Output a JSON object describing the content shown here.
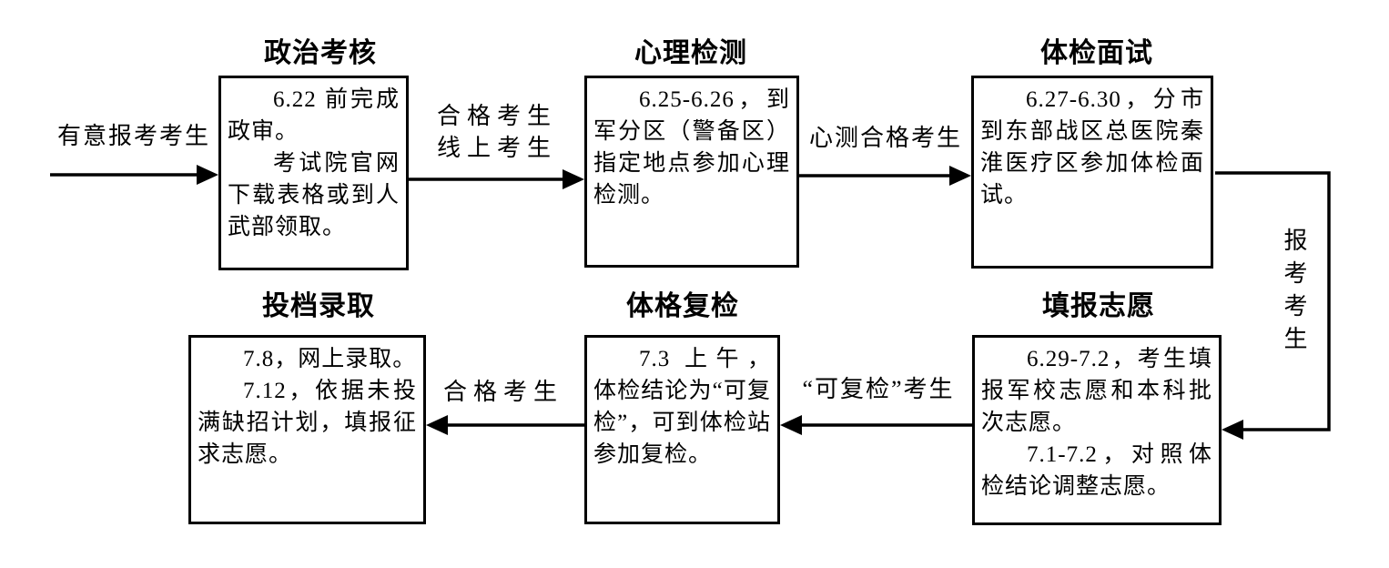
{
  "diagram": {
    "colors": {
      "ink": "#000000",
      "background": "#ffffff"
    },
    "nodes": [
      {
        "id": "political-review",
        "title": "政治考核",
        "paragraphs": [
          "6.22 前完成政审。",
          "考试院官网下载表格或到人武部领取。"
        ]
      },
      {
        "id": "psychological-test",
        "title": "心理检测",
        "paragraphs": [
          "6.25-6.26，到军分区（警备区）指定地点参加心理检测。"
        ]
      },
      {
        "id": "physical-exam-interview",
        "title": "体检面试",
        "paragraphs": [
          "6.27-6.30，分市到东部战区总医院秦淮医疗区参加体检面试。"
        ]
      },
      {
        "id": "admission",
        "title": "投档录取",
        "paragraphs": [
          "7.8，网上录取。",
          "7.12，依据未投满缺招计划，填报征求志愿。"
        ]
      },
      {
        "id": "physical-recheck",
        "title": "体格复检",
        "paragraphs": [
          "7.3 上午，体检结论为“可复检”，可到体检站参加复检。"
        ]
      },
      {
        "id": "fill-preferences",
        "title": "填报志愿",
        "paragraphs": [
          "6.29-7.2，考生填报军校志愿和本科批次志愿。",
          "7.1-7.2，对照体检结论调整志愿。"
        ]
      }
    ],
    "edge_labels": [
      {
        "id": "intending-applicants",
        "lines": [
          "有意报考考生"
        ]
      },
      {
        "id": "qualified-online",
        "lines": [
          "合格考生",
          "线上考生"
        ]
      },
      {
        "id": "psych-qualified",
        "lines": [
          "心测合格考生"
        ]
      },
      {
        "id": "applicants",
        "lines": [
          "报考考生"
        ]
      },
      {
        "id": "recheck-applicants",
        "lines": [
          "“可复检”考生"
        ]
      },
      {
        "id": "qualified",
        "lines": [
          "合格考生"
        ]
      }
    ]
  }
}
